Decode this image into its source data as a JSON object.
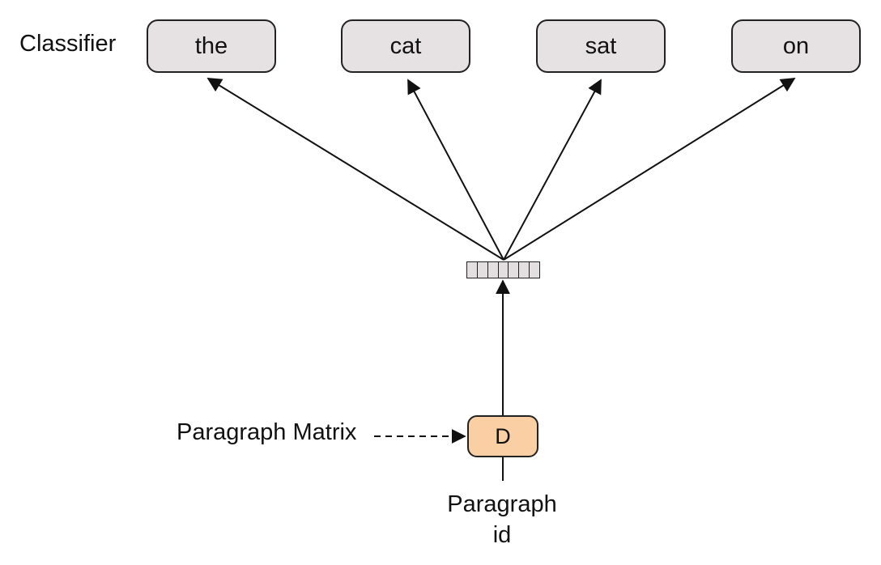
{
  "labels": {
    "classifier": "Classifier",
    "paragraph_matrix": "Paragraph Matrix",
    "paragraph_id_line1": "Paragraph",
    "paragraph_id_line2": "id"
  },
  "words": [
    "the",
    "cat",
    "sat",
    "on"
  ],
  "paragraph_node": "D",
  "vector_cells": 7,
  "colors": {
    "word_box_fill": "#e6e2e4",
    "paragraph_node_fill": "#f9cfa3",
    "vector_fill": "#e3dfe1",
    "stroke": "#222222"
  }
}
